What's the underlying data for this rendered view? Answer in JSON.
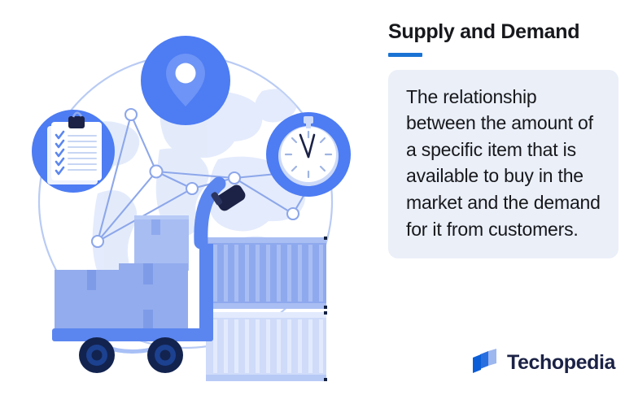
{
  "panel": {
    "title": "Supply and Demand",
    "definition": "The relationship between the amount of a specific item that is available to buy in the market and the demand for it from customers.",
    "accent_color": "#1a73d4",
    "box_color": "#eaeff8",
    "text_color": "#17181c"
  },
  "brand": {
    "name": "Techopedia",
    "name_color": "#1b2246",
    "logo_colors": {
      "front": "#0b5ed7",
      "middle": "#2a6fe0",
      "back": "#9db7ef"
    }
  },
  "illustration": {
    "alt": "Logistics illustration: hand truck with cardboard boxes beside stacked shipping containers, in front of a globe with a network graph, with location-pin, clipboard-checklist and stopwatch badges",
    "background": "#ffffff",
    "globe_color": "#dde6fa",
    "globe_outline": "#aabff2",
    "node_color": "#7e9be8",
    "badge_color": "#4d7cf3",
    "box_color": "#93acee",
    "box_light": "#a8bdf2",
    "box_tape": "#7e9be8",
    "container_dark": "#8fa9ee",
    "container_light": "#cfdbf9",
    "wheel_color": "#132a63",
    "handle_color": "#1b2246",
    "badges": [
      {
        "name": "location-pin-badge",
        "icon": "map-pin-icon"
      },
      {
        "name": "clipboard-badge",
        "icon": "clipboard-checklist-icon"
      },
      {
        "name": "stopwatch-badge",
        "icon": "stopwatch-icon"
      }
    ]
  }
}
